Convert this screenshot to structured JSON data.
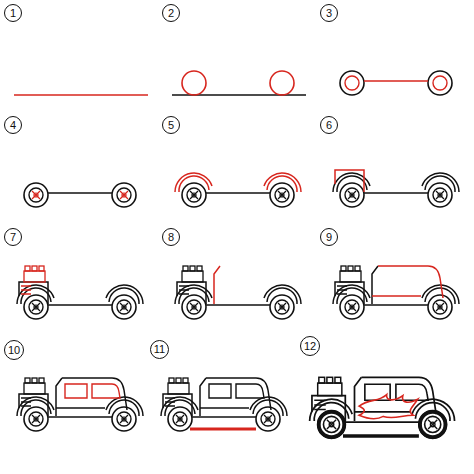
{
  "diagram": {
    "nodes": [
      {
        "text": [
          "1"
        ]
      },
      {
        "text": [
          "2"
        ]
      },
      {
        "text": [
          "3"
        ]
      },
      {
        "text": [
          "4"
        ]
      },
      {
        "text": [
          "5"
        ]
      },
      {
        "text": [
          "6"
        ]
      },
      {
        "text": [
          "7"
        ]
      },
      {
        "text": [
          "8"
        ]
      },
      {
        "text": [
          "9"
        ]
      },
      {
        "text": [
          "10"
        ]
      },
      {
        "text": [
          "11"
        ]
      },
      {
        "text": [
          "12"
        ]
      }
    ]
  }
}
